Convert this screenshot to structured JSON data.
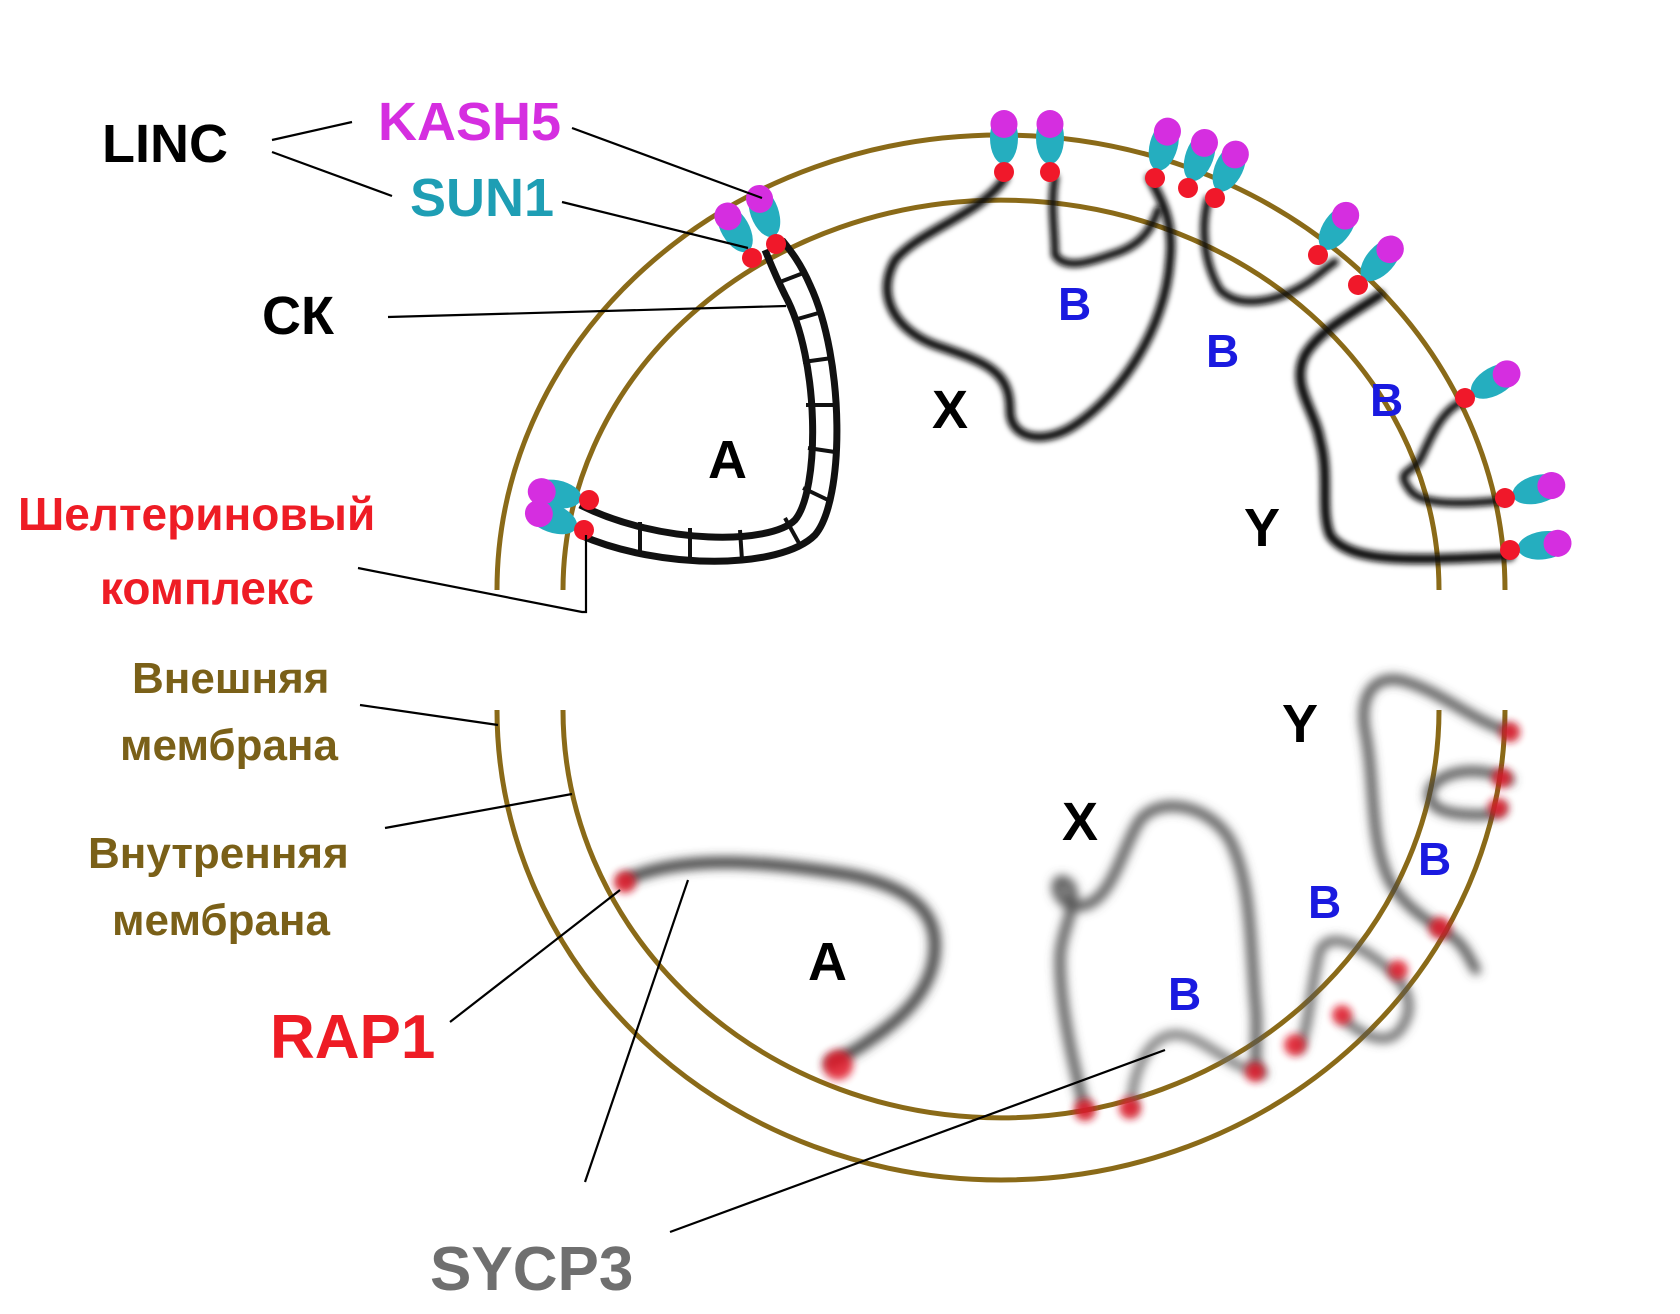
{
  "labels": {
    "linc": "LINC",
    "kash5": "KASH5",
    "sun1": "SUN1",
    "sk": "СК",
    "shelterin_1": "Шелтериновый",
    "shelterin_2": "комплекс",
    "outer_1": "Внешняя",
    "outer_2": "мембрана",
    "inner_1": "Внутренняя",
    "inner_2": "мембрана",
    "rap1": "RAP1",
    "sycp3": "SYCP3",
    "top_A": "A",
    "top_X": "X",
    "top_Y": "Y",
    "top_B1": "B",
    "top_B2": "B",
    "top_B3": "B",
    "bot_A": "A",
    "bot_X": "X",
    "bot_Y": "Y",
    "bot_B1": "B",
    "bot_B2": "B",
    "bot_B3": "B"
  },
  "colors": {
    "membrane": "#8a6a18",
    "kash5": "#d52ee0",
    "sun1": "#25aebf",
    "shelterin": "#f0182a",
    "chromosome": "#111111",
    "letter_blue": "#1a1ae0",
    "label_black": "#000000",
    "label_red": "#ee1c25",
    "label_olive": "#7a6018",
    "label_gray": "#6f6f6f"
  }
}
